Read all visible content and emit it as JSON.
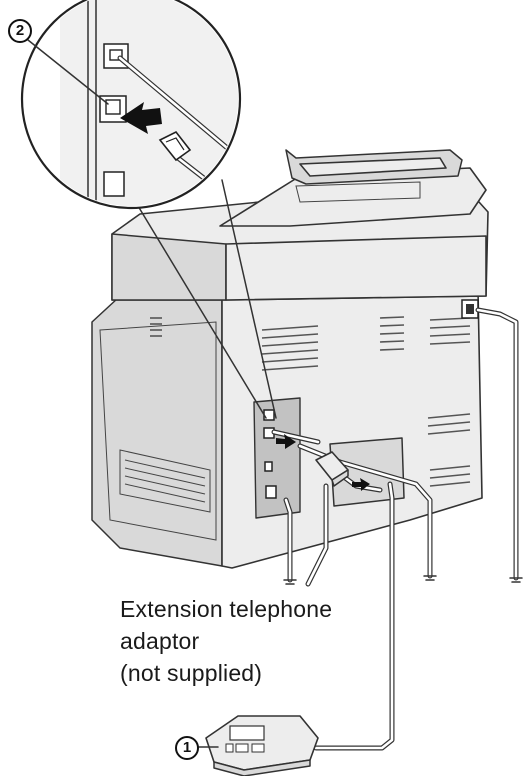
{
  "figure": {
    "callouts": [
      {
        "id": "1",
        "text": "1"
      },
      {
        "id": "2",
        "text": "2"
      }
    ],
    "caption_lines": [
      "Extension telephone",
      "adaptor",
      "(not supplied)"
    ],
    "icons": [
      "magnifier-callout",
      "insert-arrow-icon",
      "connect-arrow-icon",
      "telephone-icon",
      "adaptor-icon"
    ]
  }
}
